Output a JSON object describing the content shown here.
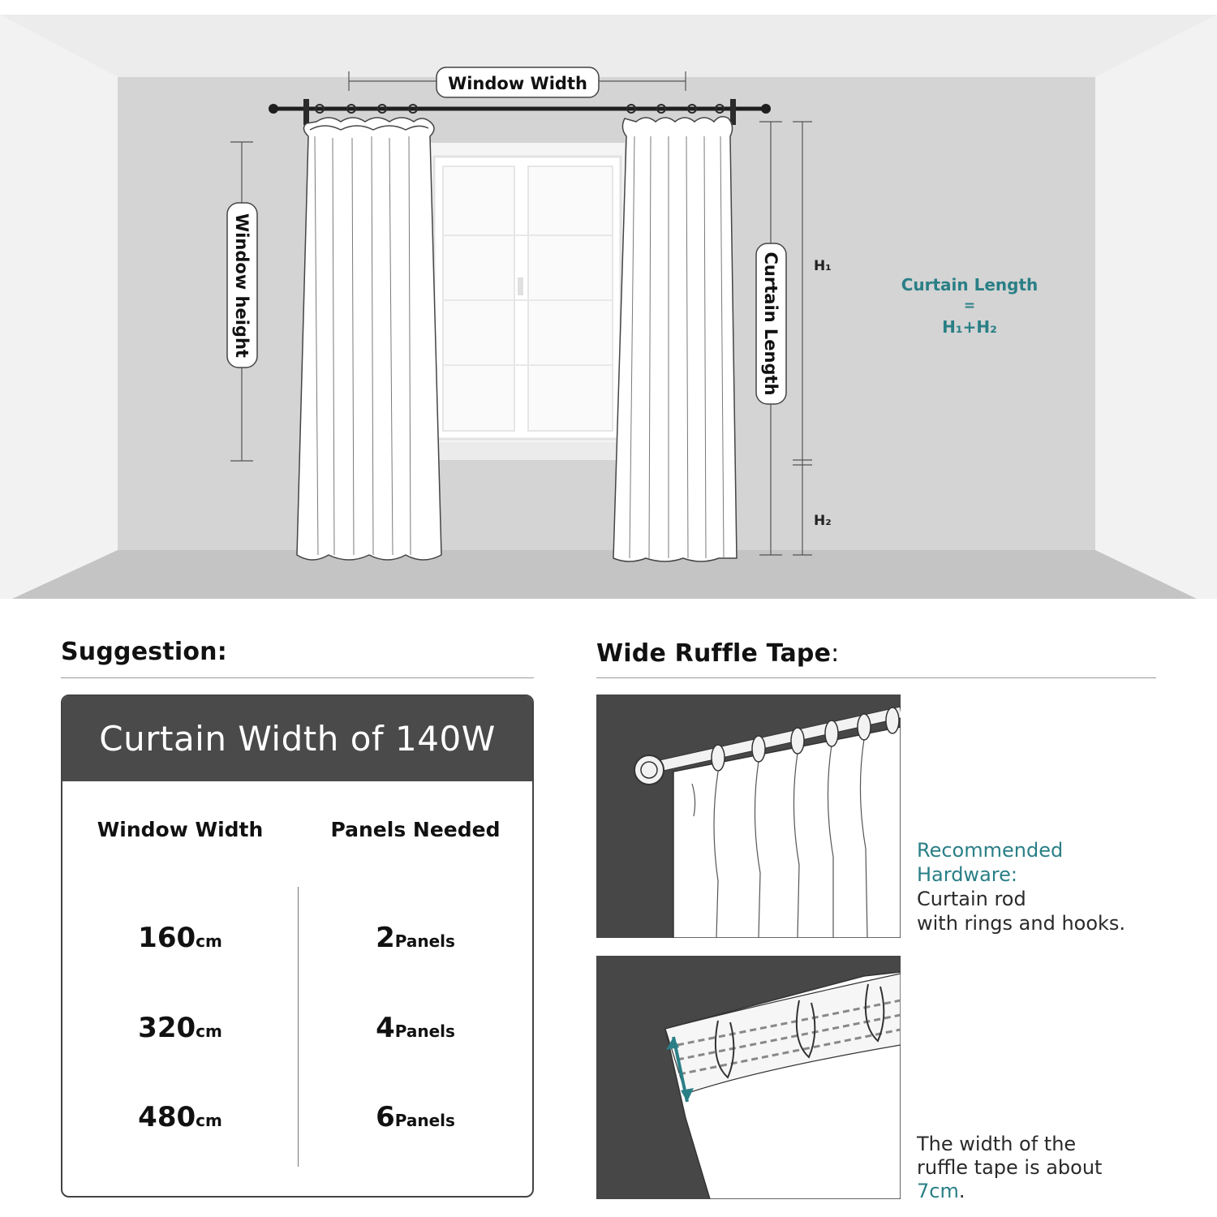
{
  "diagram": {
    "window_width_label": "Window Width",
    "window_height_label": "Window height",
    "curtain_length_label": "Curtain Length",
    "h1_label": "H₁",
    "h2_label": "H₂",
    "formula": {
      "line1": "Curtain Length",
      "line2": "=",
      "line3": "H₁+H₂"
    }
  },
  "suggestion": {
    "title": "Suggestion:",
    "card_title": "Curtain Width of 140W",
    "col_window": "Window Width",
    "col_panels": "Panels Needed",
    "rows": [
      {
        "width": "160",
        "width_unit": "cm",
        "panels": "2",
        "panels_unit": "Panels"
      },
      {
        "width": "320",
        "width_unit": "cm",
        "panels": "4",
        "panels_unit": "Panels"
      },
      {
        "width": "480",
        "width_unit": "cm",
        "panels": "6",
        "panels_unit": "Panels"
      }
    ]
  },
  "ruffle": {
    "title": "Wide Ruffle Tape",
    "colon": ":",
    "recommended_line1": "Recommended",
    "recommended_line2": "Hardware:",
    "hardware_line1": "Curtain rod",
    "hardware_line2": "with rings and hooks.",
    "tape_line1": "The width of the",
    "tape_line2": "ruffle tape is about",
    "tape_value": "7cm",
    "tape_period": "."
  },
  "colors": {
    "accent": "#2a7f86",
    "card_header": "#4a4a4a",
    "wall": "#d4d4d4",
    "floor": "#c4c4c4"
  }
}
